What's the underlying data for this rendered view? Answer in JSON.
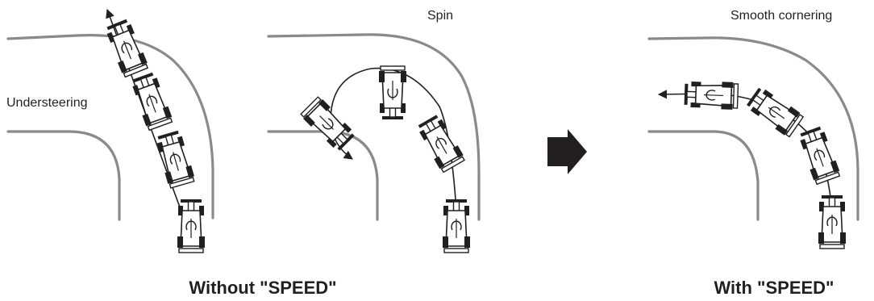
{
  "labels": {
    "understeering": "Understeering",
    "spin": "Spin",
    "smooth": "Smooth cornering",
    "without": "Without \"SPEED\"",
    "with": "With \"SPEED\""
  },
  "icons": {
    "car": "car-icon",
    "arrow": "right-arrow-icon"
  },
  "colors": {
    "road": "#8a8a8a",
    "ink": "#231f20"
  }
}
